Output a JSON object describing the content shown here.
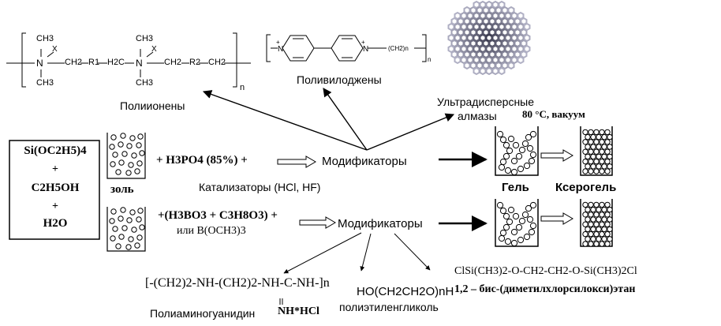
{
  "labels": {
    "polyionenes": "Полиионены",
    "polyviologens": "Поливилоджены",
    "diamonds_line1": "Ультрадисперсные",
    "diamonds_line2": "алмазы",
    "conditions": "80 °С, вакуум",
    "sol": "золь",
    "catalysts": "Катализаторы (HCl, HF)",
    "modifiers_top": "Модификаторы",
    "modifiers_bottom": "Модификаторы",
    "gel": "Гель",
    "xerogel": "Ксерогель",
    "or_borate": "или B(OCH3)3",
    "polyaminoguanidine": "Полиаминогуанидин",
    "polyethylene_glycol": "полиэтиленгликоль",
    "bis_name": "1,2 – бис-(диметилхлорсилокси)этан"
  },
  "reagents": {
    "teos": "Si(OC2H5)4",
    "plus1": "+",
    "ethanol": "C2H5OH",
    "plus2": "+",
    "water": "H2O"
  },
  "additives": {
    "phosphoric": "+ H3PO4 (85%) +",
    "boric": "+(H3BO3 + C3H8O3) +"
  },
  "formulas": {
    "pag_main": "[-(CH2)2-NH-(CH2)2-NH-C-NH-]n",
    "pag_sub": "NH*HCl",
    "peg": "HO(CH2CH2O)nH",
    "bis_formula": "ClSi(CH3)2-O-CH2-CH2-O-Si(CH3)2Cl",
    "ionene_n": "n",
    "viologen_n": "n"
  },
  "ionene_atoms": {
    "ch3_a": "CH3",
    "ch3_b": "CH3",
    "ch3_c": "CH3",
    "ch3_d": "CH3",
    "n1": "N",
    "n2": "N",
    "x1": "X",
    "x2": "X",
    "ch2_1": "CH2",
    "r1": "R1",
    "h2c": "H2C",
    "ch2_2": "CH2",
    "r2": "R2",
    "ch2_3": "CH2"
  }
}
